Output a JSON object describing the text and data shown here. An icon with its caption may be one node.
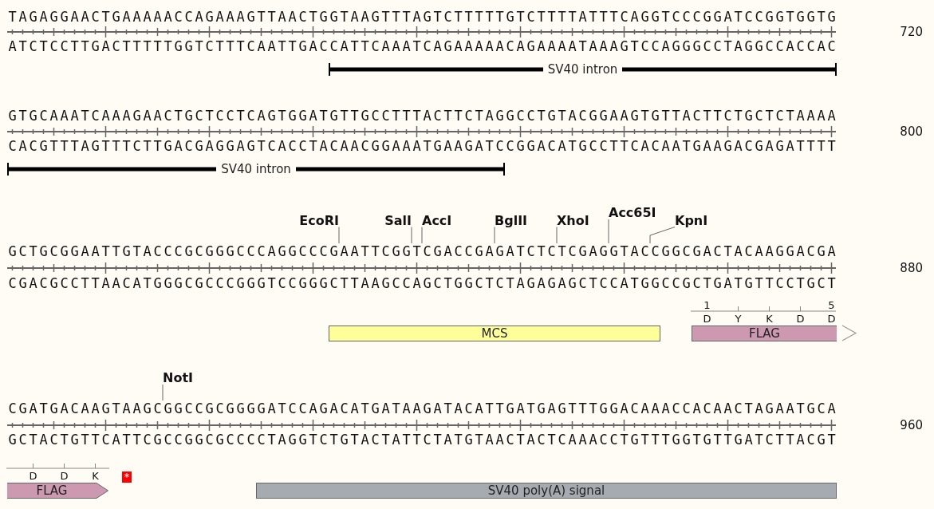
{
  "diagram": {
    "nodes": [
      {
        "text": [
          "SV40 intron"
        ]
      },
      {
        "text": [
          "SV40 intron"
        ]
      },
      {
        "text": [
          "EcoRI"
        ]
      },
      {
        "text": [
          "SalI"
        ]
      },
      {
        "text": [
          "AccI"
        ]
      },
      {
        "text": [
          "BglII"
        ]
      },
      {
        "text": [
          "XhoI"
        ]
      },
      {
        "text": [
          "Acc65I"
        ]
      },
      {
        "text": [
          "KpnI"
        ]
      },
      {
        "text": [
          "GCTGCGGAATTGTACCCGCGGGCCCAGGCCCGAATTCGGTCGACCGAGATCTCTCGAGGTACCGGCGACTACAAGGACGA"
        ]
      },
      {
        "text": [
          "MCS"
        ]
      },
      {
        "text": [
          "FLAG"
        ]
      },
      {
        "text": [
          "NotI"
        ]
      },
      {
        "text": [
          "CGATGACAAGTAAGCGGCCGCGGGGATCCAGACATGATAAGATACATTGATGAGTTTGGACAAACCACAACTAGAATGCA"
        ]
      },
      {
        "text": [
          "FLAG"
        ]
      },
      {
        "text": [
          "*"
        ]
      },
      {
        "text": [
          "SV40 poly(A) signal"
        ]
      }
    ],
    "edges": [
      {
        "from": 2,
        "to": 9,
        "arrow": "none"
      },
      {
        "from": 3,
        "to": 9,
        "arrow": "none"
      },
      {
        "from": 4,
        "to": 9,
        "arrow": "none"
      },
      {
        "from": 5,
        "to": 9,
        "arrow": "none"
      },
      {
        "from": 6,
        "to": 9,
        "arrow": "none"
      },
      {
        "from": 7,
        "to": 9,
        "arrow": "none"
      },
      {
        "from": 8,
        "to": 9,
        "arrow": "none"
      },
      {
        "from": 12,
        "to": 13,
        "arrow": "none"
      }
    ],
    "labels": [
      "TAGAGGAACTGAAAAACCAGAAAGTTAACTGGTAAGTTTAGTCTTTTTGTCTTTTATTTCAGGTCCCGGATCCGGTGGTG",
      "720",
      "ATCTCCTTGACTTTTTGGTCTTTCAATTGACCATTCAAATCAGAAAAACAGAAAATAAAGTCCAGGGCCTAGGCCACCAC",
      "GTGCAAATCAAAGAACTGCTCCTCAGTGGATGTTGCCTTTACTTCTAGGCCTGTACGGAAGTGTTACTTCTGCTCTAAAA",
      "800",
      "CACGTTTAGTTTCTTGACGAGGAGTCACCTACAACGGAAATGAAGATCCGGACATGCCTTCACAATGAAGACGAGATTTT",
      "880",
      "CGACGCCTTAACATGGGCGCCCGGGTCCGGGCTTAAGCCAGCTGGCTCTAGAGAGCTCCATGGCCGCTGATGTTCCTGCT",
      "1",
      "5",
      "D",
      "Y",
      "K",
      "D",
      "D",
      "960",
      "GCTACTGTTCATTCGCCGGCGCCCCTAGGTCTGTACTATTCTATGTAACTACTCAAACCTGTTTGGTGTTGATCTTACGT",
      "D",
      "D",
      "K"
    ]
  }
}
